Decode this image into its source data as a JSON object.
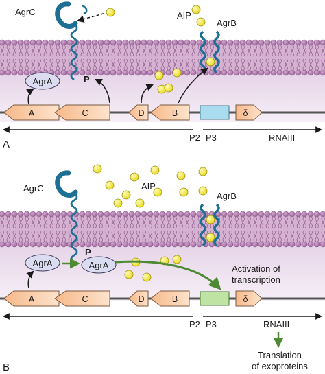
{
  "colors": {
    "membrane_band": "#d6b2d2",
    "head_fill": "#b985b7",
    "head_stroke": "#8e5b8c",
    "cytoplasm": "#ede1ee",
    "receptor": "#1d6f93",
    "aip_fill": "#f3ea2c",
    "gene_fill": "#f9c49a",
    "p3_blue": "#a9dcef",
    "p3_green": "#bfe3a3",
    "agra_fill": "#dcdcf0",
    "green_arrow": "#4e8a33",
    "dna": "#555555"
  },
  "icons": {
    "receptor": "agr-receptor-coil",
    "aip": "aip-molecule-dot",
    "membrane": "phospholipid-bilayer"
  },
  "panel_a": {
    "label": "A",
    "agrc": "AgrC",
    "aip": "AIP",
    "agrb": "AgrB",
    "agra": "AgrA",
    "phospho": "P",
    "genes": [
      "A",
      "C",
      "D",
      "B"
    ],
    "delta": "δ",
    "p2": "P2",
    "p3": "P3",
    "rnaiii": "RNAIII"
  },
  "panel_b": {
    "label": "B",
    "agrc": "AgrC",
    "aip": "AIP",
    "agrb": "AgrB",
    "agra1": "AgrA",
    "agra2": "AgrA",
    "phospho": "P",
    "activation_line1": "Activation of",
    "activation_line2": "transcription",
    "genes": [
      "A",
      "C",
      "D",
      "B"
    ],
    "delta": "δ",
    "p2": "P2",
    "p3": "P3",
    "rnaiii": "RNAIII",
    "translation_line1": "Translation",
    "translation_line2": "of exoproteins"
  }
}
